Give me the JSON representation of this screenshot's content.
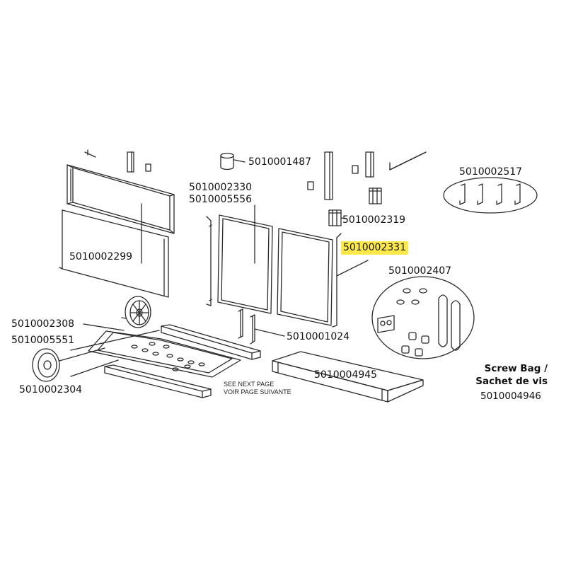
{
  "parts": {
    "p1487": "5010001487",
    "p2330": "5010002330",
    "p5556": "5010005556",
    "p2517": "5010002517",
    "p2319": "5010002319",
    "p2331": "5010002331",
    "p2407": "5010002407",
    "p2299": "5010002299",
    "p2308": "5010002308",
    "p5551": "5010005551",
    "p1024": "5010001024",
    "p4945": "5010004945",
    "p2304": "5010002304",
    "screw_bag_code": "5010004946"
  },
  "notes": {
    "see_next_en": "SEE NEXT PAGE",
    "see_next_fr": "VOIR PAGE SUIVANTE",
    "screw_bag_en": "Screw Bag /",
    "screw_bag_fr": "Sachet de vis"
  },
  "colors": {
    "line": "#2a2a2a",
    "highlight": "#ffe94a"
  }
}
